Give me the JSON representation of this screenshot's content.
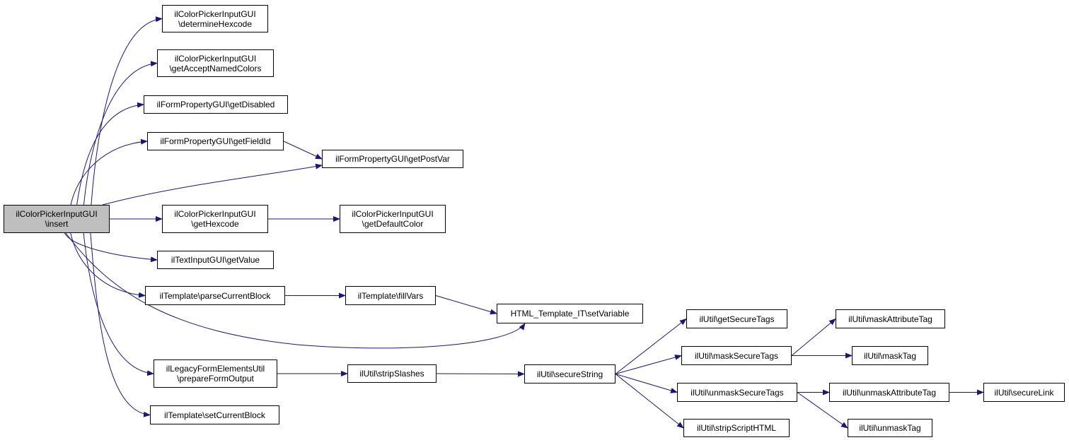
{
  "colors": {
    "edge": "#191970",
    "node_border": "#000000",
    "root_fill": "#bfbfbf",
    "node_fill": "#ffffff"
  },
  "nodes": [
    {
      "id": "insert",
      "lines": [
        "ilColorPickerInputGUI",
        "\\insert"
      ],
      "root": true
    },
    {
      "id": "determineHexcode",
      "lines": [
        "ilColorPickerInputGUI",
        "\\determineHexcode"
      ]
    },
    {
      "id": "getAcceptNamedColors",
      "lines": [
        "ilColorPickerInputGUI",
        "\\getAcceptNamedColors"
      ]
    },
    {
      "id": "getDisabled",
      "lines": [
        "ilFormPropertyGUI\\getDisabled"
      ]
    },
    {
      "id": "getFieldId",
      "lines": [
        "ilFormPropertyGUI\\getFieldId"
      ]
    },
    {
      "id": "getPostVar",
      "lines": [
        "ilFormPropertyGUI\\getPostVar"
      ]
    },
    {
      "id": "getHexcode",
      "lines": [
        "ilColorPickerInputGUI",
        "\\getHexcode"
      ]
    },
    {
      "id": "getDefaultColor",
      "lines": [
        "ilColorPickerInputGUI",
        "\\getDefaultColor"
      ]
    },
    {
      "id": "getValue",
      "lines": [
        "ilTextInputGUI\\getValue"
      ]
    },
    {
      "id": "parseCurrentBlock",
      "lines": [
        "ilTemplate\\parseCurrentBlock"
      ]
    },
    {
      "id": "fillVars",
      "lines": [
        "ilTemplate\\fillVars"
      ]
    },
    {
      "id": "setVariable",
      "lines": [
        "HTML_Template_IT\\setVariable"
      ]
    },
    {
      "id": "prepareFormOutput",
      "lines": [
        "ilLegacyFormElementsUtil",
        "\\prepareFormOutput"
      ]
    },
    {
      "id": "stripSlashes",
      "lines": [
        "ilUtil\\stripSlashes"
      ]
    },
    {
      "id": "secureString",
      "lines": [
        "ilUtil\\secureString"
      ]
    },
    {
      "id": "getSecureTags",
      "lines": [
        "ilUtil\\getSecureTags"
      ]
    },
    {
      "id": "maskSecureTags",
      "lines": [
        "ilUtil\\maskSecureTags"
      ]
    },
    {
      "id": "unmaskSecureTags",
      "lines": [
        "ilUtil\\unmaskSecureTags"
      ]
    },
    {
      "id": "stripScriptHTML",
      "lines": [
        "ilUtil\\stripScriptHTML"
      ]
    },
    {
      "id": "maskAttributeTag",
      "lines": [
        "ilUtil\\maskAttributeTag"
      ]
    },
    {
      "id": "maskTag",
      "lines": [
        "ilUtil\\maskTag"
      ]
    },
    {
      "id": "unmaskAttributeTag",
      "lines": [
        "ilUtil\\unmaskAttributeTag"
      ]
    },
    {
      "id": "unmaskTag",
      "lines": [
        "ilUtil\\unmaskTag"
      ]
    },
    {
      "id": "secureLink",
      "lines": [
        "ilUtil\\secureLink"
      ]
    },
    {
      "id": "setCurrentBlock",
      "lines": [
        "ilTemplate\\setCurrentBlock"
      ]
    }
  ],
  "edges": [
    [
      "insert",
      "determineHexcode"
    ],
    [
      "insert",
      "getAcceptNamedColors"
    ],
    [
      "insert",
      "getDisabled"
    ],
    [
      "insert",
      "getFieldId"
    ],
    [
      "insert",
      "getPostVar"
    ],
    [
      "insert",
      "getHexcode"
    ],
    [
      "insert",
      "getValue"
    ],
    [
      "insert",
      "parseCurrentBlock"
    ],
    [
      "insert",
      "setVariable"
    ],
    [
      "insert",
      "prepareFormOutput"
    ],
    [
      "insert",
      "setCurrentBlock"
    ],
    [
      "getFieldId",
      "getPostVar"
    ],
    [
      "getHexcode",
      "getDefaultColor"
    ],
    [
      "parseCurrentBlock",
      "fillVars"
    ],
    [
      "fillVars",
      "setVariable"
    ],
    [
      "prepareFormOutput",
      "stripSlashes"
    ],
    [
      "stripSlashes",
      "secureString"
    ],
    [
      "secureString",
      "getSecureTags"
    ],
    [
      "secureString",
      "maskSecureTags"
    ],
    [
      "secureString",
      "unmaskSecureTags"
    ],
    [
      "secureString",
      "stripScriptHTML"
    ],
    [
      "maskSecureTags",
      "maskAttributeTag"
    ],
    [
      "maskSecureTags",
      "maskTag"
    ],
    [
      "unmaskSecureTags",
      "unmaskAttributeTag"
    ],
    [
      "unmaskSecureTags",
      "unmaskTag"
    ],
    [
      "unmaskAttributeTag",
      "secureLink"
    ]
  ]
}
